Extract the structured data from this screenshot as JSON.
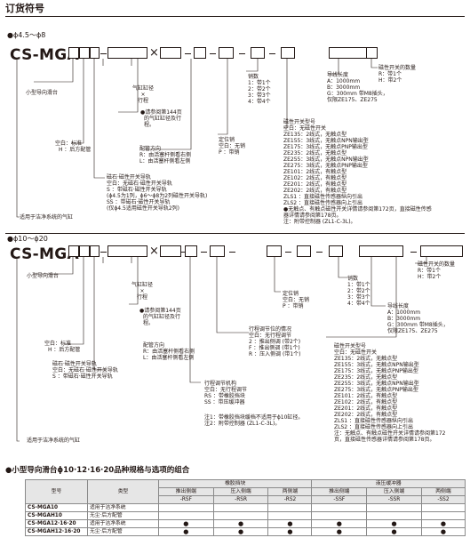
{
  "page_title": "订货符号",
  "sec1": {
    "range": "●ϕ4.5～ϕ8",
    "model_prefix": "CS",
    "model_code": "MGA",
    "x_mark": "×",
    "stroke": [
      "气缸缸径",
      "×",
      "行程"
    ],
    "stroke_note": [
      "●请参阅第144页",
      "的气缸缸径及行",
      "程。"
    ],
    "slide": [
      "小型导向滑台"
    ],
    "config_title": "",
    "config": [
      "空白：标准",
      "H  ：后方配管"
    ],
    "port_dir": [
      "配管方向",
      "R：由活塞杆侧看右侧",
      "L：由活塞杆侧看左侧"
    ],
    "rail": [
      "磁石·磁性开关导轨",
      "空白：无磁石·磁性开关导轨",
      "S   ：带磁石·磁性开关导轨",
      "       (ϕ4.5为1列，ϕ6～ϕ8为2列磁性开关导轨)",
      "SS  ：带磁石·磁性开关导轨",
      "       (仅ϕ4.5适用磁性开关导轨2列)"
    ],
    "clean": "适用于洁净系统的气缸",
    "pin": [
      "定位销",
      "空白：无销",
      "P   ：带销"
    ],
    "qty": [
      "销数",
      "1：带1个",
      "2：带2个",
      "3：带3个",
      "4：带4个"
    ],
    "lead": [
      "导线长度",
      "A：1000mm",
      "B：3000mm",
      "G：300mm 带M8插头，",
      "    仅限ZE175、ZE275"
    ],
    "sw_qty": [
      "磁性开关的数量",
      "R：带1个",
      "H：带2个"
    ],
    "sw_title": "磁性开关型号",
    "sw_rows": [
      "空白：无磁性开关",
      "ZE135：2线式，无触点型",
      "ZE155：3线式，无触点NPN输出型",
      "ZE175：3线式，无触点PNP输出型",
      "ZE235：2线式，无触点型",
      "ZE255：3线式，无触点NPN输出型",
      "ZE275：3线式，无触点PNP输出型",
      "ZE101：2线式，有触点型",
      "ZE102：2线式，有触点型",
      "ZE201：2线式，有触点型",
      "ZE202：2线式，有触点型",
      "ZLS1 ：直接磁性传感器纵向引出",
      "ZLS2 ：直接磁性传感器向上引出"
    ],
    "sw_note": [
      "●无触点、有触点磁性开关详情请参阅第172页，直接磁性传感",
      "  器详情请参阅第178页。",
      "注：附带控制器 (ZL1-C-3L)。"
    ]
  },
  "sec2": {
    "range": "●ϕ10～ϕ20",
    "model_prefix": "CS",
    "model_code": "MGA",
    "x_mark": "×",
    "stroke": [
      "气缸缸径",
      "×",
      "行程"
    ],
    "stroke_note": [
      "●请参阅第144页",
      "的气缸缸径及行",
      "程。"
    ],
    "slide": [
      "小型导向滑台"
    ],
    "config": [
      "空白：标准",
      "H  ：后方配管"
    ],
    "port_dir": [
      "配管方向",
      "R：由活塞杆侧看右侧",
      "L：由活塞杆侧看左侧"
    ],
    "rail": [
      "磁石·磁性开关导轨",
      "空白：无磁石·磁性开关导轨",
      "S   ：带磁石·磁性开关导轨"
    ],
    "clean": "适用于洁净系统的气缸",
    "adjust": [
      "行程调节位的情况",
      "空白：无行程调节",
      "2 ：推出侧调 (带2个)",
      "F ：推出侧调 (带1个)",
      "R ：压入侧调 (带1个)"
    ],
    "mech": [
      "行程调节机构",
      "空白：无行程调节",
      "RS ：带橡胶挡块",
      "SS ：带压缓冲器"
    ],
    "mech_note": [
      "注1：带橡胶挡块缓档不适用于ϕ10缸径。",
      "注2：附带控制器 (ZL1-C-3L)。"
    ],
    "pin": [
      "定位销",
      "空白：无销",
      "P   ：带销"
    ],
    "qty": [
      "销数",
      "1：带1个",
      "2：带2个",
      "3：带3个",
      "4：带4个"
    ],
    "lead": [
      "导线长度",
      "A：1000mm",
      "B：3000mm",
      "G：300mm 带M8插头，",
      "    仅限ZE175、ZE275"
    ],
    "sw_qty": [
      "磁性开关的数量",
      "R：带1个",
      "H：带2个"
    ],
    "sw_title": "磁性开关型号",
    "sw_rows": [
      "空白：无磁性开关",
      "ZE135：2线式，无触点型",
      "ZE155：3线式，无触点NPN输出型",
      "ZE175：3线式，无触点PNP输出型",
      "ZE235：2线式，无触点型",
      "ZE255：3线式，无触点NPN输出型",
      "ZE275：3线式，无触点PNP输出型",
      "ZE101：2线式，有触点型",
      "ZE102：2线式，有触点型",
      "ZE201：2线式，有触点型",
      "ZE202：2线式，有触点型",
      "ZLS1 ：直接磁性传感器纵向引出",
      "ZLS2 ：直接磁性传感器向上引出"
    ],
    "sw_note": [
      "注：无触点、有触点磁性开关详情请参阅第172",
      "    页，直接磁性传感器详情请参阅第178页。"
    ]
  },
  "table": {
    "title": "●小型导向滑台ϕ10·12·16·20品种规格与选项的组合",
    "h_model": "型号",
    "h_type": "类型",
    "g1": "橡胶挡块",
    "g2": "液压缓冲器",
    "sub": [
      [
        "推出侧端",
        "-RSF"
      ],
      [
        "压入侧端",
        "-RSR"
      ],
      [
        "两侧端",
        "-RS2"
      ],
      [
        "推出侧端",
        "-SSF"
      ],
      [
        "压入侧端",
        "-SSR"
      ],
      [
        "两侧端",
        "-SS2"
      ]
    ],
    "rows": [
      {
        "model": "CS-MGA10",
        "type": "适用于洁净系统",
        "v": [
          "",
          "",
          "",
          "",
          "",
          ""
        ]
      },
      {
        "model": "CS-MGAH10",
        "type": "无尘·后方配管",
        "v": [
          "",
          "",
          "",
          "",
          "",
          ""
        ]
      },
      {
        "model": "CS-MGA12·16·20",
        "type": "适用于洁净系统",
        "v": [
          "●",
          "●",
          "●",
          "●",
          "●",
          "●"
        ]
      },
      {
        "model": "CS-MGAH12·16·20",
        "type": "无尘·后方配管",
        "v": [
          "●",
          "●",
          "●",
          "●",
          "●",
          "●"
        ]
      }
    ]
  }
}
